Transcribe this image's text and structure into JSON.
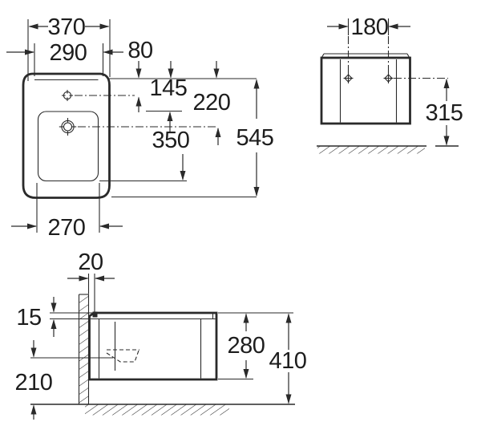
{
  "dims": {
    "plan": {
      "overall_width": "370",
      "rim_width": "290",
      "tap_from_back": "80",
      "bowl_from_back": "145",
      "drain_from_back": "220",
      "overall_depth": "545",
      "bowl_length": "350",
      "bowl_front_width": "270"
    },
    "rear": {
      "fixing_hole_spacing": "180",
      "fixing_hole_height": "315"
    },
    "side": {
      "top_overhang": "20",
      "rim_thickness": "15",
      "outlet_line_height": "210",
      "body_height": "280",
      "overall_height": "410"
    }
  },
  "colors": {
    "line": "#2a2a2a",
    "text": "#1d1d1d",
    "background": "#ffffff"
  }
}
